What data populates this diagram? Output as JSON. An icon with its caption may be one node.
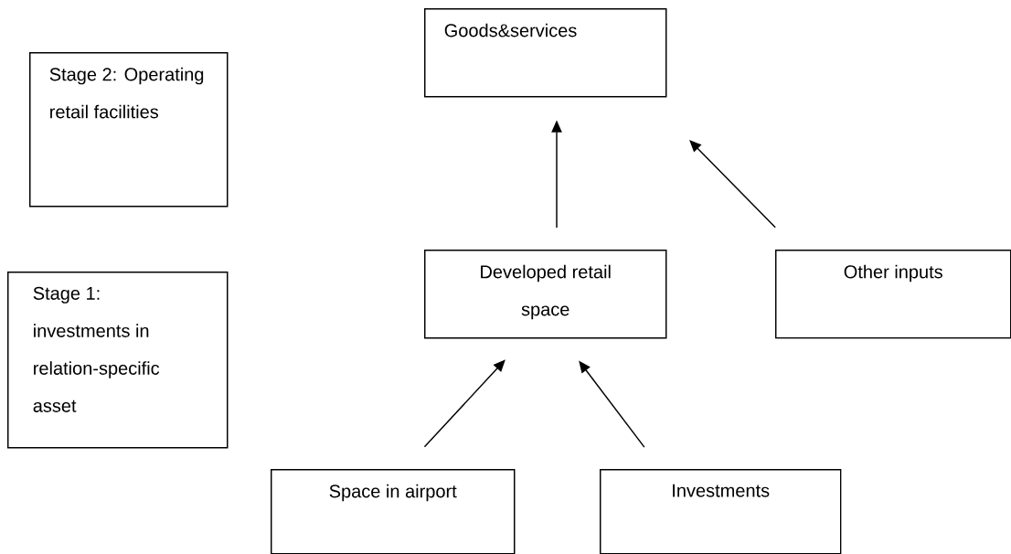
{
  "diagram": {
    "nodes": [
      {
        "text": [
          "Goods&services"
        ]
      },
      {
        "text": [
          "Stage 2: Operating retail facilities"
        ]
      },
      {
        "text": [
          "Developed retail space"
        ]
      },
      {
        "text": [
          "Other inputs"
        ]
      },
      {
        "text": [
          "Stage 1: investments in relation-specific asset"
        ]
      },
      {
        "text": [
          "Space in airport"
        ]
      },
      {
        "text": [
          "Investments"
        ]
      }
    ],
    "edges": [
      {
        "from": 5,
        "to": 2,
        "arrow": "to"
      },
      {
        "from": 6,
        "to": 2,
        "arrow": "to"
      },
      {
        "from": 2,
        "to": 0,
        "arrow": "to"
      },
      {
        "from": 3,
        "to": 0,
        "arrow": "to"
      }
    ]
  }
}
